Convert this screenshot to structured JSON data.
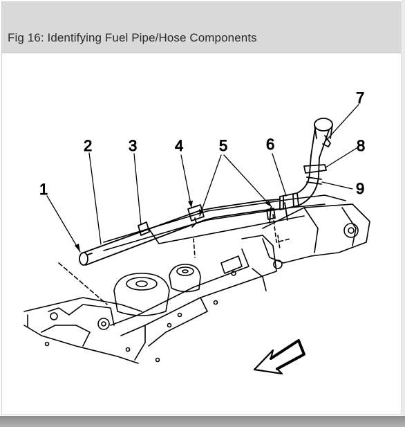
{
  "figure": {
    "title": "Fig 16: Identifying Fuel Pipe/Hose Components"
  },
  "callouts": [
    {
      "label": "1"
    },
    {
      "label": "2"
    },
    {
      "label": "3"
    },
    {
      "label": "4"
    },
    {
      "label": "5"
    },
    {
      "label": "6"
    },
    {
      "label": "7"
    },
    {
      "label": "8"
    },
    {
      "label": "9"
    }
  ]
}
